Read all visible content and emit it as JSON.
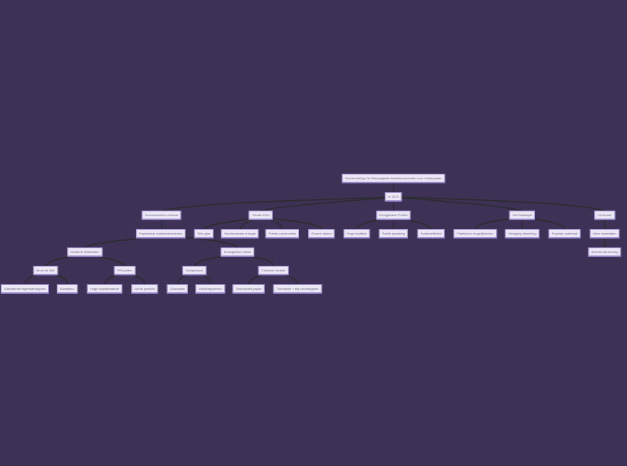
{
  "mindmap": {
    "colors": {
      "background": "#3d3255",
      "node_fill": "#ece8f6",
      "node_border": "#a596d4",
      "link": "#2b2b2b",
      "text": "#6e6880"
    },
    "root": {
      "label": "Samenvatting: De Belangrijkste Ambitiemomenten voor Gebbepatier"
    },
    "year": {
      "label": "In 2024"
    },
    "branches": [
      {
        "label": "Duurzaamheid centraal",
        "children": [
          {
            "label": "Populairste materiaalmerkelen",
            "children": [
              {
                "label": "Moderne Materialen",
                "children": [
                  {
                    "label": "Bruin de Wet",
                    "children": [
                      {
                        "label": "Uitsluitende eigenaarbeppers"
                      },
                      {
                        "label": "Bouwfleur"
                      }
                    ]
                  },
                  {
                    "label": "PIR-platen",
                    "children": [
                      {
                        "label": "Hoge isolatiewaarde"
                      },
                      {
                        "label": "Lichte gewicht"
                      }
                    ]
                  }
                ]
              },
              {
                "label": "Ecologische Opties",
                "children": [
                  {
                    "label": "Schapenwol",
                    "children": [
                      {
                        "label": "Duurzaam"
                      },
                      {
                        "label": "Vochtregulerend"
                      }
                    ]
                  },
                  {
                    "label": "Cellulose Isolatie",
                    "children": [
                      {
                        "label": "Gerecycled papier"
                      },
                      {
                        "label": "Thermisch + eig vochtregpers"
                      }
                    ]
                  }
                ]
              }
            ]
          }
        ]
      },
      {
        "label": "Trends 2024",
        "children": [
          {
            "label": "Slim glas"
          },
          {
            "label": "Hernieuwbare energie"
          },
          {
            "label": "Prefab constructies"
          },
          {
            "label": "Groene daken"
          }
        ]
      },
      {
        "label": "Energielabel Prefab",
        "children": [
          {
            "label": "Hoge kwaliteit"
          },
          {
            "label": "Snelle plaatsing"
          },
          {
            "label": "Kostenefficiënt"
          }
        ]
      },
      {
        "label": "Zelf Dakkapel",
        "children": [
          {
            "label": "Praktische mogelijkheden"
          },
          {
            "label": "Uitdaging afwerking"
          },
          {
            "label": "Populair materiaal"
          }
        ]
      },
      {
        "label": "Conclusie",
        "children": [
          {
            "label": "Meer materialen",
            "children": [
              {
                "label": "Diverse keuzemog"
              }
            ]
          }
        ]
      }
    ]
  }
}
